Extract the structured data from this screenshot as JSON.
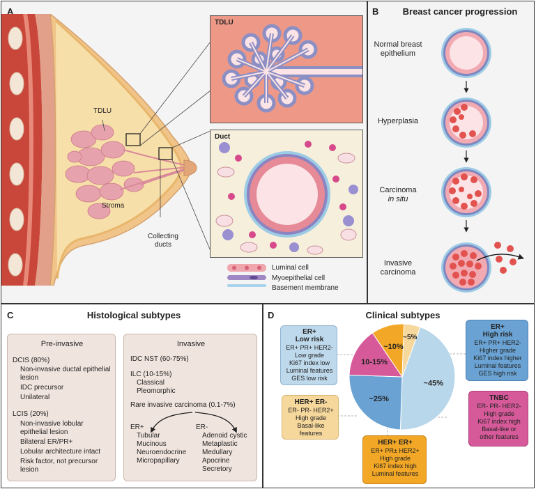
{
  "panel_a": {
    "label": "A",
    "tdlu_label": "TDLU",
    "stroma_label": "Stroma",
    "collecting_ducts_label": "Collecting ducts",
    "inset_tdlu_title": "TDLU",
    "inset_duct_title": "Duct",
    "legend": {
      "luminal": "Luminal cell",
      "myoepithelial": "Myoepithelial cell",
      "basement": "Basement membrane"
    }
  },
  "panel_b": {
    "label": "B",
    "title": "Breast cancer progression",
    "stages": [
      {
        "line1": "Normal breast",
        "line2": "epithelium"
      },
      {
        "line1": "Hyperplasia",
        "line2": ""
      },
      {
        "line1": "Carcinoma",
        "line2": "in situ"
      },
      {
        "line1": "Invasive",
        "line2": "carcinoma"
      }
    ]
  },
  "panel_c": {
    "label": "C",
    "title": "Histological subtypes",
    "preinvasive": {
      "heading": "Pre-invasive",
      "dcis": "DCIS (80%)",
      "dcis_items": [
        "Non-invasive ductal epithelial lesion",
        "IDC precursor",
        "Unilateral"
      ],
      "lcis": "LCIS (20%)",
      "lcis_items": [
        "Non-invasive lobular epithelial lesion",
        "Bilateral ER/PR+",
        "Lobular architecture intact",
        "Risk factor, not precursor lesion"
      ]
    },
    "invasive": {
      "heading": "Invasive",
      "idc": "IDC NST (60-75%)",
      "ilc": "ILC (10-15%)",
      "ilc_items": [
        "Classical",
        "Pleomorphic"
      ],
      "rare": "Rare invasive carcinoma (0.1-7%)",
      "er_pos": "ER+",
      "er_pos_items": [
        "Tubular",
        "Mucinous",
        "Neuroendocrine",
        "Micropapillary"
      ],
      "er_neg": "ER-",
      "er_neg_items": [
        "Adenoid cystic",
        "Metaplastic",
        "Medullary",
        "Apocrine",
        "Secretory"
      ]
    }
  },
  "panel_d": {
    "label": "D",
    "title": "Clinical subtypes",
    "slices": [
      {
        "name": "ER+ Low risk",
        "label": "~45%",
        "value": 45,
        "color": "#b9d7ea"
      },
      {
        "name": "ER+ High risk",
        "label": "~25%",
        "value": 25,
        "color": "#6aa3d3"
      },
      {
        "name": "TNBC",
        "label": "10-15%",
        "value": 15,
        "color": "#d65a9a"
      },
      {
        "name": "HER+ ER+",
        "label": "~10%",
        "value": 10,
        "color": "#f2a726"
      },
      {
        "name": "HER+ ER-",
        "label": "~5%",
        "value": 5,
        "color": "#f6d79c"
      }
    ],
    "boxes": {
      "low": {
        "title1": "ER+",
        "title2": "Low risk",
        "lines": [
          "ER+ PR+ HER2-",
          "Low grade",
          "Ki67 index low",
          "Luminal features",
          "GES low risk"
        ]
      },
      "high": {
        "title1": "ER+",
        "title2": "High risk",
        "lines": [
          "ER+ PR+ HER2-",
          "Higher grade",
          "Ki67 index higher",
          "Luminal features",
          "GES high risk"
        ]
      },
      "her_neg": {
        "title1": "HER+ ER-",
        "lines": [
          "ER- PR- HER2+",
          "High grade",
          "Basal-like",
          "features"
        ]
      },
      "her_pos": {
        "title1": "HER+ ER+",
        "lines": [
          "ER+ PR± HER2+",
          "High grade",
          "Ki67 index high",
          "Luminal features"
        ]
      },
      "tnbc": {
        "title1": "TNBC",
        "lines": [
          "ER- PR- HER2-",
          "High grade",
          "Ki67 index high",
          "Basal-like or",
          "other features"
        ]
      }
    }
  }
}
